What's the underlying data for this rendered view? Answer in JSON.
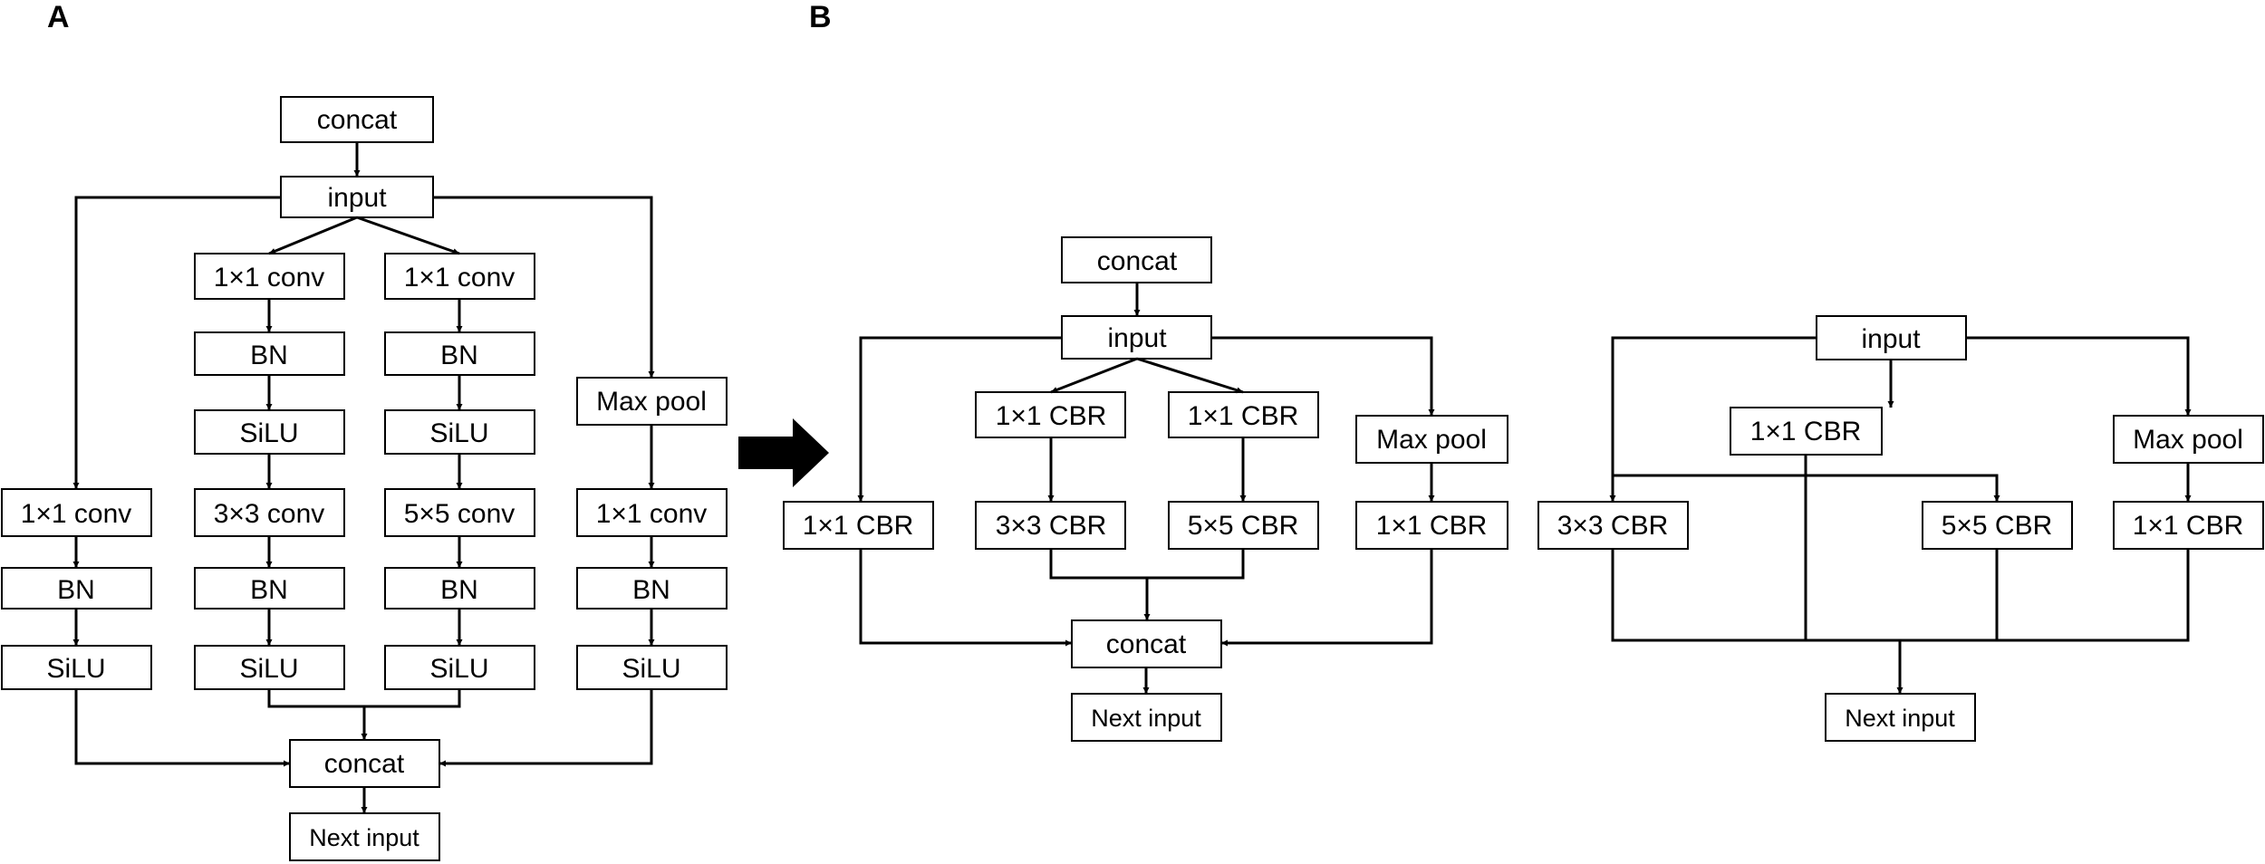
{
  "panels": {
    "a": "A",
    "b": "B"
  },
  "labels": {
    "concat": "concat",
    "input": "input",
    "conv1x1": "1×1 conv",
    "conv3x3": "3×3 conv",
    "conv5x5": "5×5 conv",
    "bn": "BN",
    "silu": "SiLU",
    "maxpool": "Max pool",
    "next_input": "Next input",
    "cbr1x1": "1×1 CBR",
    "cbr3x3": "3×3 CBR",
    "cbr5x5": "5×5 CBR"
  }
}
